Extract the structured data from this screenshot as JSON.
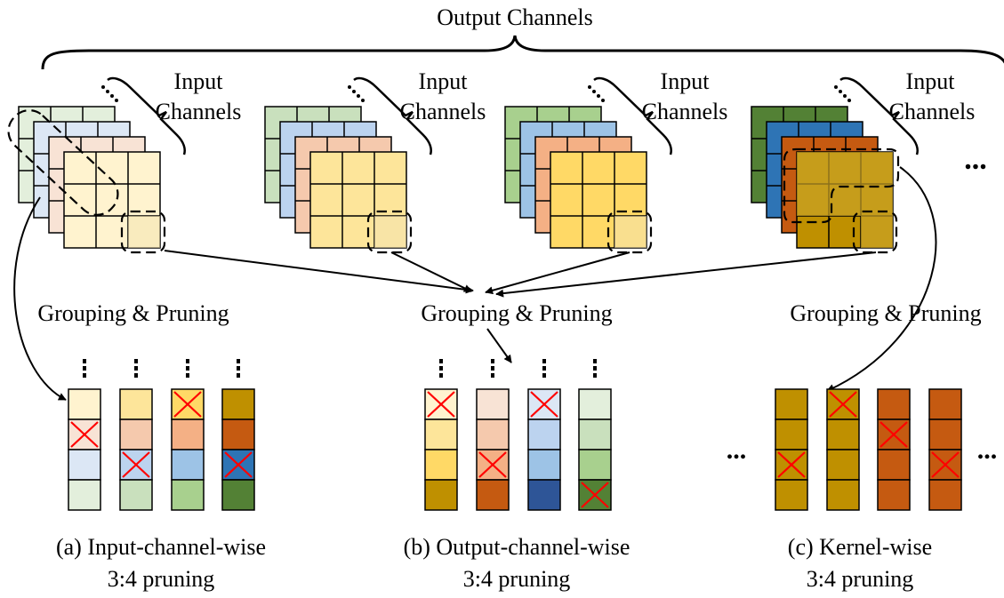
{
  "header": {
    "title": "Output Channels"
  },
  "filters": [
    {
      "label_line1": "Input",
      "label_line2": "Channels"
    },
    {
      "label_line1": "Input",
      "label_line2": "Channels"
    },
    {
      "label_line1": "Input",
      "label_line2": "Channels"
    },
    {
      "label_line1": "Input",
      "label_line2": "Channels"
    }
  ],
  "ellipsis": "...",
  "steps": {
    "left": "Grouping & Pruning",
    "center": "Grouping & Pruning",
    "right": "Grouping & Pruning"
  },
  "captions": {
    "a_line1": "(a) Input-channel-wise",
    "a_line2": "3:4 pruning",
    "b_line1": "(b) Output-channel-wise",
    "b_line2": "3:4 pruning",
    "c_line1": "(c) Kernel-wise",
    "c_line2": "3:4 pruning"
  },
  "colors": {
    "f1": [
      "#e3efdc",
      "#dce7f5",
      "#f8e3d5",
      "#fff3cf"
    ],
    "f2": [
      "#c9e0bd",
      "#bcd3ef",
      "#f5c9ad",
      "#fde59a"
    ],
    "f3": [
      "#a8d08e",
      "#9dc3e6",
      "#f4b085",
      "#ffd966"
    ],
    "f4": [
      "#538135",
      "#2e74b5",
      "#c55a11",
      "#bf9000"
    ],
    "highlight": "#c9a227",
    "prune_mark": "#ff0000"
  },
  "group_a": {
    "columns": [
      {
        "cells": [
          "#fff3cf",
          "#f8e3d5",
          "#dce7f5",
          "#e3efdc"
        ],
        "pruned": [
          1
        ]
      },
      {
        "cells": [
          "#fde59a",
          "#f5c9ad",
          "#bcd3ef",
          "#c9e0bd"
        ],
        "pruned": [
          2
        ]
      },
      {
        "cells": [
          "#ffd966",
          "#f4b085",
          "#9dc3e6",
          "#a8d08e"
        ],
        "pruned": [
          0
        ]
      },
      {
        "cells": [
          "#bf9000",
          "#c55a11",
          "#2e74b5",
          "#538135"
        ],
        "pruned": [
          2
        ]
      }
    ]
  },
  "group_b": {
    "columns": [
      {
        "cells": [
          "#fff3cf",
          "#fde59a",
          "#ffd966",
          "#bf9000"
        ],
        "pruned": [
          0
        ]
      },
      {
        "cells": [
          "#f8e3d5",
          "#f5c9ad",
          "#f4b085",
          "#c55a11"
        ],
        "pruned": [
          2
        ]
      },
      {
        "cells": [
          "#dce7f5",
          "#bcd3ef",
          "#9dc3e6",
          "#2e5597"
        ],
        "pruned": [
          0
        ]
      },
      {
        "cells": [
          "#e3efdc",
          "#c9e0bd",
          "#a8d08e",
          "#538135"
        ],
        "pruned": [
          3
        ]
      }
    ]
  },
  "group_c": {
    "columns": [
      {
        "cells": [
          "#bf9000",
          "#bf9000",
          "#bf9000",
          "#bf9000"
        ],
        "pruned": [
          2
        ]
      },
      {
        "cells": [
          "#bf9000",
          "#bf9000",
          "#bf9000",
          "#bf9000"
        ],
        "pruned": [
          0
        ]
      },
      {
        "cells": [
          "#c55a11",
          "#c55a11",
          "#c55a11",
          "#c55a11"
        ],
        "pruned": [
          1
        ]
      },
      {
        "cells": [
          "#c55a11",
          "#c55a11",
          "#c55a11",
          "#c55a11"
        ],
        "pruned": [
          2
        ]
      }
    ]
  }
}
